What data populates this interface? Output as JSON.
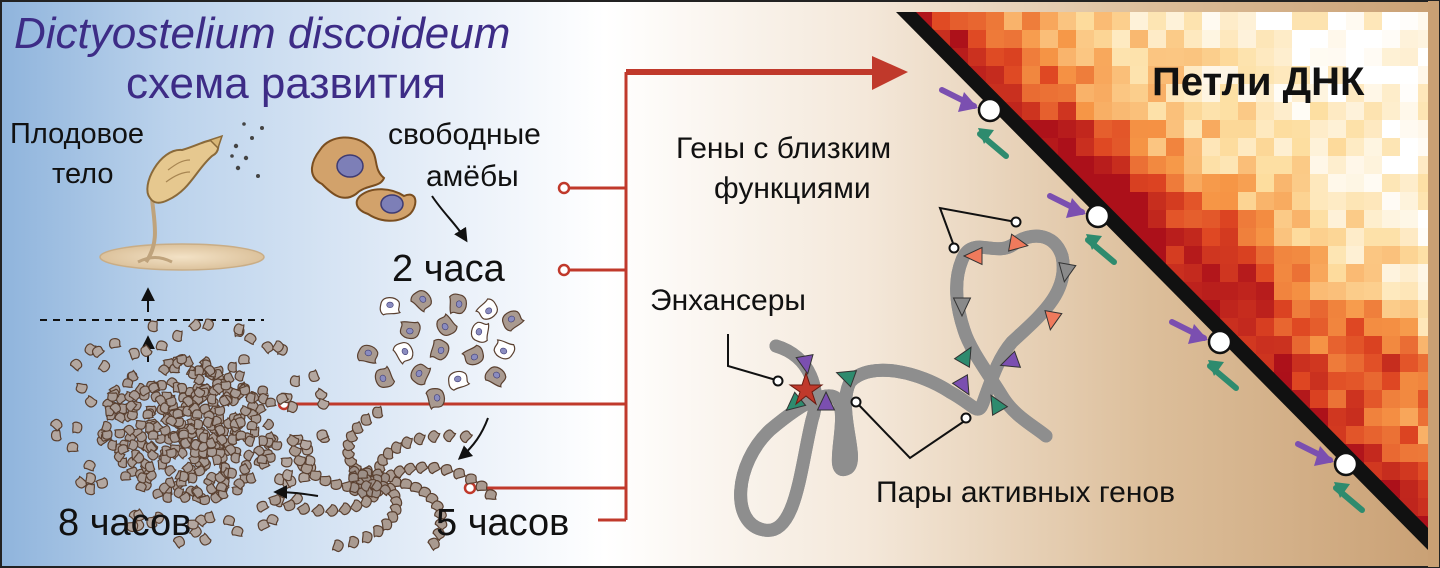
{
  "title": {
    "line1": "Dictyostelium discoideum",
    "line2": "схема развития"
  },
  "stages": {
    "fruiting_body_line1": "Плодовое",
    "fruiting_body_line2": "тело",
    "free_amoebae_line1": "свободные",
    "free_amoebae_line2": "амёбы",
    "hours_2": "2 часа",
    "hours_5": "5 часов",
    "hours_8": "8 часов"
  },
  "annotations": {
    "genes_line1": "Гены с близким",
    "genes_line2": "функциями",
    "enhancers": "Энхансеры",
    "active_gene_pairs": "Пары активных генов",
    "dna_loops": "Петли ДНК"
  },
  "colors": {
    "title": "#3d2c86",
    "connector": "#c0392b",
    "purple_arrow": "#7b4fb0",
    "green_arrow": "#2e8b6e",
    "salmon_arrow": "#f07a5c",
    "gray_arrow": "#8a8a8a",
    "enhancer_star": "#c0392b",
    "heatmap_hot": "#b8141e",
    "heatmap_cold": "#ffffff"
  }
}
